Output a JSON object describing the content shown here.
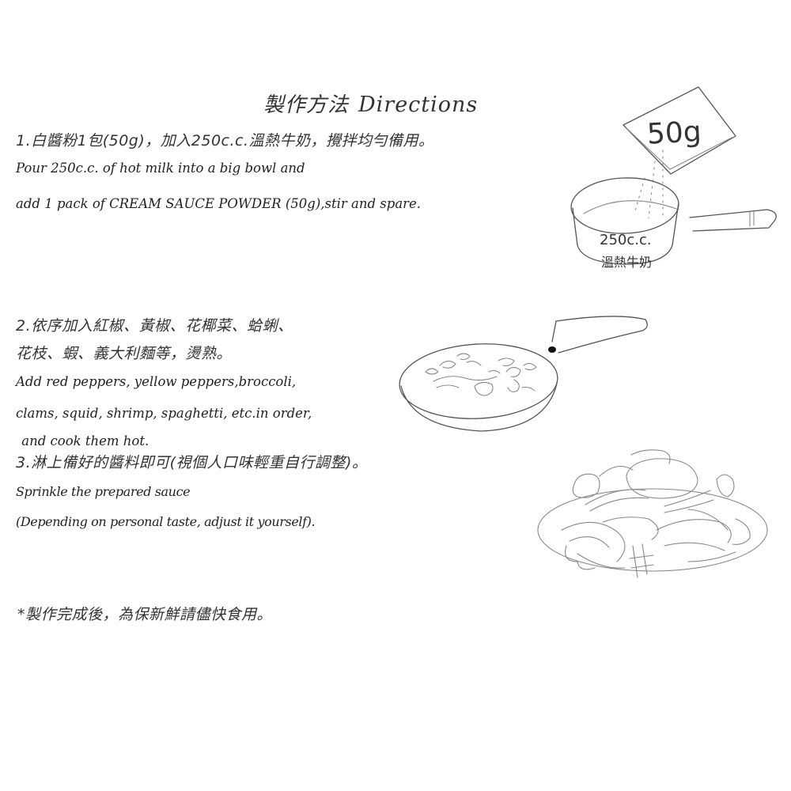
{
  "header": {
    "title_zh": "製作方法",
    "title_en": "Directions"
  },
  "steps": [
    {
      "number": "1",
      "zh": "1.白醬粉1包(50g)，加入250c.c.溫熱牛奶，攪拌均勻備用。",
      "en": [
        "Pour 250c.c. of hot milk into a big bowl and",
        "add 1 pack of CREAM SAUCE POWDER (50g),stir and spare."
      ]
    },
    {
      "number": "2",
      "zh": [
        "2.依序加入紅椒、黃椒、花椰菜、蛤蜊、",
        "花枝、蝦、義大利麵等，燙熟。"
      ],
      "en": [
        "Add red peppers, yellow peppers,broccoli,",
        "clams, squid, shrimp, spaghetti, etc.in order,",
        " and cook them hot."
      ]
    },
    {
      "number": "3",
      "zh": "3.淋上備好的醬料即可(視個人口味輕重自行調整)。",
      "en": [
        "Sprinkle the prepared sauce",
        "(Depending on personal taste, adjust it yourself)."
      ]
    }
  ],
  "note": "*製作完成後，為保新鮮請儘快食用。",
  "illustrations": {
    "packet_label": "50g",
    "pot_label_line1": "250c.c.",
    "pot_label_line2": "溫熱牛奶",
    "pan_icon": "frying-pan-icon",
    "plate_icon": "pasta-plate-icon"
  },
  "colors": {
    "text": "#2a2a2a",
    "line_art": "#555555",
    "background": "#ffffff"
  }
}
